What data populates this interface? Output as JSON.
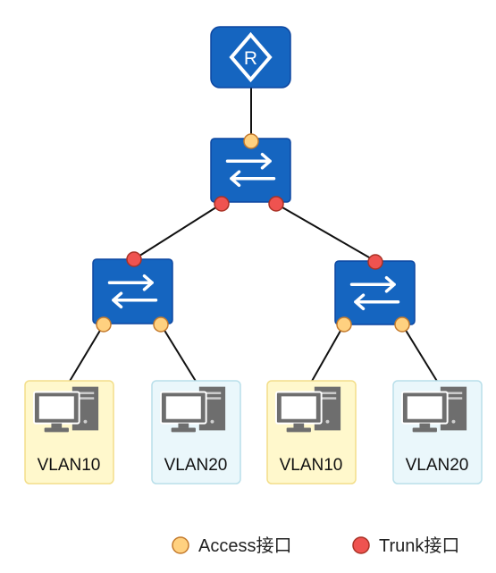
{
  "colors": {
    "device_blue": "#1565C0",
    "device_border": "#0D47A1",
    "access_port": "#FFD180",
    "trunk_port": "#EF5350",
    "vlan10_bg": "#FFF8CC",
    "vlan10_border": "#F3DE8A",
    "vlan20_bg": "#EAF7FB",
    "vlan20_border": "#B9DFEA",
    "pc_gray": "#6E6E6E",
    "link": "#111111"
  },
  "icons": {
    "router": "router-icon",
    "switch": "switch-icon",
    "pc": "pc-icon"
  },
  "pcs": [
    {
      "label": "VLAN10",
      "vlan": "VLAN10"
    },
    {
      "label": "VLAN20",
      "vlan": "VLAN20"
    },
    {
      "label": "VLAN10",
      "vlan": "VLAN10"
    },
    {
      "label": "VLAN20",
      "vlan": "VLAN20"
    }
  ],
  "legend": {
    "access": "Access接口",
    "trunk": "Trunk接口"
  }
}
